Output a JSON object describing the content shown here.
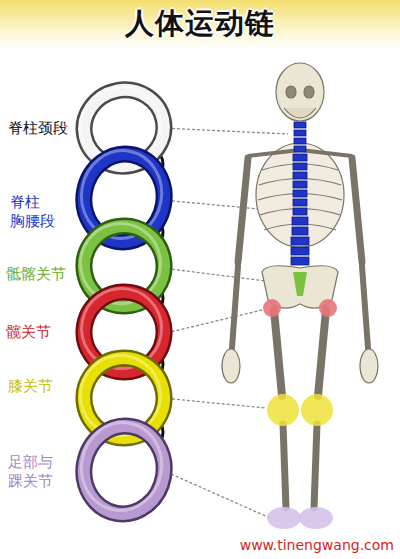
{
  "diagram": {
    "title": "人体运动链",
    "nodes": [
      {
        "text": [
          "脊柱颈段"
        ]
      },
      {
        "text": [
          "脊柱 胸腰段"
        ]
      },
      {
        "text": [
          "骶髂关节"
        ]
      },
      {
        "text": [
          "髋关节"
        ]
      },
      {
        "text": [
          "膝关节"
        ]
      },
      {
        "text": [
          "足部与 踝关节"
        ]
      }
    ],
    "labels": [
      "www.tinengwang.com"
    ]
  }
}
